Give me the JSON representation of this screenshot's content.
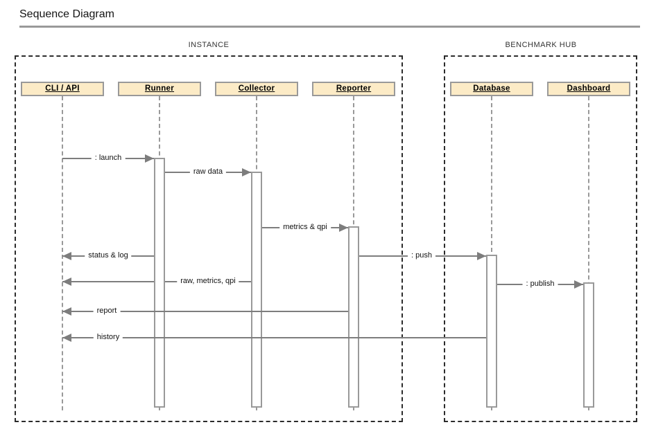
{
  "title": "Sequence Diagram",
  "frames": [
    {
      "id": "instance",
      "label": "INSTANCE"
    },
    {
      "id": "benchmark-hub",
      "label": "BENCHMARK HUB"
    }
  ],
  "participants": [
    {
      "id": "cli-api",
      "label": "CLI / API",
      "frame": "instance"
    },
    {
      "id": "runner",
      "label": "Runner",
      "frame": "instance"
    },
    {
      "id": "collector",
      "label": "Collector",
      "frame": "instance"
    },
    {
      "id": "reporter",
      "label": "Reporter",
      "frame": "instance"
    },
    {
      "id": "database",
      "label": "Database",
      "frame": "benchmark-hub"
    },
    {
      "id": "dashboard",
      "label": "Dashboard",
      "frame": "benchmark-hub"
    }
  ],
  "messages": [
    {
      "label": ": launch",
      "from": "cli-api",
      "to": "runner"
    },
    {
      "label": "raw data",
      "from": "runner",
      "to": "collector"
    },
    {
      "label": "metrics & qpi",
      "from": "collector",
      "to": "reporter"
    },
    {
      "label": "status & log",
      "from": "runner",
      "to": "cli-api"
    },
    {
      "label": ": push",
      "from": "reporter",
      "to": "database"
    },
    {
      "label": "raw, metrics, qpi",
      "from": "collector",
      "to": "cli-api"
    },
    {
      "label": ": publish",
      "from": "database",
      "to": "dashboard"
    },
    {
      "label": "report",
      "from": "reporter",
      "to": "cli-api"
    },
    {
      "label": "history",
      "from": "database",
      "to": "cli-api"
    }
  ],
  "colors": {
    "participant_fill": "#fcebc6",
    "participant_border": "#999999",
    "message_line": "#7d7d7d",
    "frame_border": "#2b2b2b",
    "title_rule": "#999999",
    "text": "#111111"
  }
}
